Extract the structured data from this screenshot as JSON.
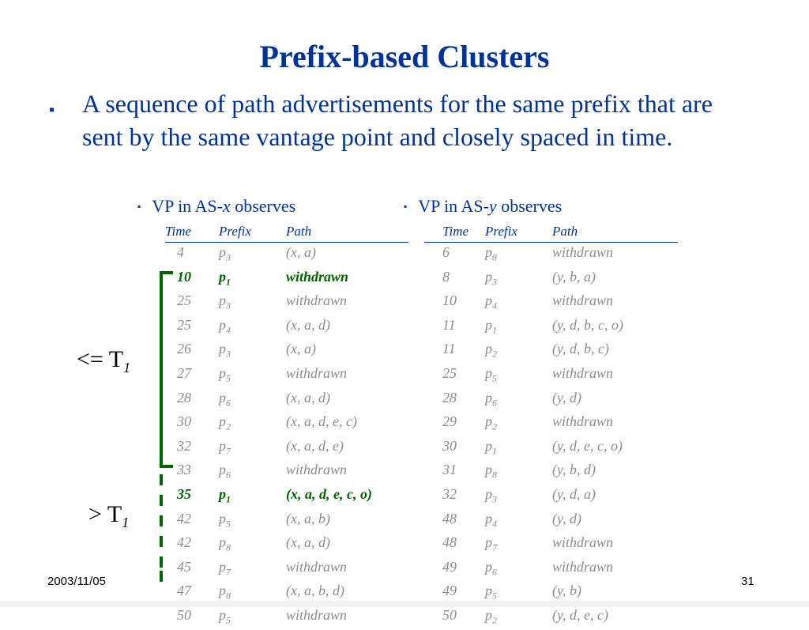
{
  "slide": {
    "title": "Prefix-based Clusters",
    "bullet": "A sequence of path advertisements for the same prefix that are sent by the same vantage point and closely spaced in time.",
    "bullet_marker": "▪",
    "left_heading": {
      "prefix": "VP in AS-",
      "var": "x",
      "suffix": " observes"
    },
    "right_heading": {
      "prefix": "VP in AS-",
      "var": "y",
      "suffix": " observes"
    },
    "headers": {
      "time": "Time",
      "prefix": "Prefix",
      "path": "Path"
    },
    "left_rows": [
      {
        "time": "4",
        "p": "p",
        "sub": "3",
        "path": "(x, a)"
      },
      {
        "time": "10",
        "p": "p",
        "sub": "1",
        "path": "withdrawn",
        "highlight": true
      },
      {
        "time": "25",
        "p": "p",
        "sub": "3",
        "path": "withdrawn"
      },
      {
        "time": "25",
        "p": "p",
        "sub": "4",
        "path": "(x, a, d)"
      },
      {
        "time": "26",
        "p": "p",
        "sub": "3",
        "path": "(x, a)"
      },
      {
        "time": "27",
        "p": "p",
        "sub": "5",
        "path": "withdrawn"
      },
      {
        "time": "28",
        "p": "p",
        "sub": "6",
        "path": "(x, a, d)"
      },
      {
        "time": "30",
        "p": "p",
        "sub": "2",
        "path": "(x, a, d, e, c)"
      },
      {
        "time": "32",
        "p": "p",
        "sub": "7",
        "path": "(x, a, d, e)"
      },
      {
        "time": "33",
        "p": "p",
        "sub": "6",
        "path": "withdrawn"
      },
      {
        "time": "35",
        "p": "p",
        "sub": "1",
        "path": "(x, a, d, e, c, o)",
        "highlight": true
      },
      {
        "time": "42",
        "p": "p",
        "sub": "5",
        "path": "(x, a, b)"
      },
      {
        "time": "42",
        "p": "p",
        "sub": "8",
        "path": "(x, a, d)"
      },
      {
        "time": "45",
        "p": "p",
        "sub": "7",
        "path": "withdrawn"
      },
      {
        "time": "47",
        "p": "p",
        "sub": "8",
        "path": "(x, a, b, d)"
      },
      {
        "time": "50",
        "p": "p",
        "sub": "5",
        "path": "withdrawn"
      }
    ],
    "right_rows": [
      {
        "time": "6",
        "p": "p",
        "sub": "8",
        "path": "withdrawn"
      },
      {
        "time": "8",
        "p": "p",
        "sub": "3",
        "path": "(y, b, a)"
      },
      {
        "time": "10",
        "p": "p",
        "sub": "4",
        "path": "withdrawn"
      },
      {
        "time": "11",
        "p": "p",
        "sub": "1",
        "path": "(y, d, b, c, o)"
      },
      {
        "time": "11",
        "p": "p",
        "sub": "2",
        "path": "(y, d, b, c)"
      },
      {
        "time": "25",
        "p": "p",
        "sub": "5",
        "path": "withdrawn"
      },
      {
        "time": "28",
        "p": "p",
        "sub": "6",
        "path": "(y, d)"
      },
      {
        "time": "29",
        "p": "p",
        "sub": "2",
        "path": "withdrawn"
      },
      {
        "time": "30",
        "p": "p",
        "sub": "1",
        "path": "(y, d, e, c, o)"
      },
      {
        "time": "31",
        "p": "p",
        "sub": "8",
        "path": "(y, b, d)"
      },
      {
        "time": "32",
        "p": "p",
        "sub": "3",
        "path": "(y, d, a)"
      },
      {
        "time": "48",
        "p": "p",
        "sub": "4",
        "path": "(y, d)"
      },
      {
        "time": "48",
        "p": "p",
        "sub": "7",
        "path": "withdrawn"
      },
      {
        "time": "49",
        "p": "p",
        "sub": "6",
        "path": "withdrawn"
      },
      {
        "time": "49",
        "p": "p",
        "sub": "5",
        "path": "(y, b)"
      },
      {
        "time": "50",
        "p": "p",
        "sub": "2",
        "path": "(y, d, e, c)"
      }
    ],
    "le_label": {
      "text": "<= T",
      "sub": "1"
    },
    "gt_label": {
      "text": "> T",
      "sub": "1"
    },
    "footer_date": "2003/11/05",
    "page_number": "31",
    "colors": {
      "title": "#003399",
      "highlight": "#006600",
      "muted": "#8c8c8c"
    }
  }
}
